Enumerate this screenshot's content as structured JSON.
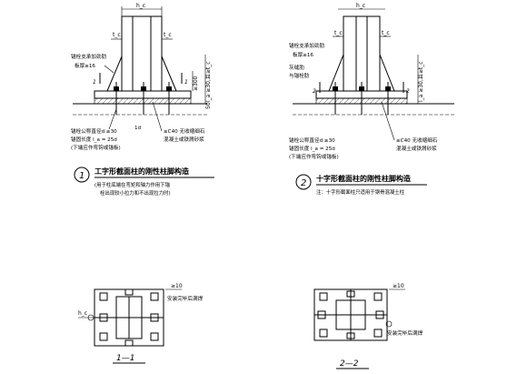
{
  "detail1": {
    "dim_top": "h_c",
    "dim_tc": "t_c",
    "lbl_stiffener": "锚栓支承加劲肋",
    "lbl_plate": "板厚≥16",
    "cut_mark": "1",
    "dim_300": "≥300",
    "dim_anchor": "l_a ≥30,且≥t_c",
    "dim_50": "50",
    "lbl_bolt_dia": "锚栓公称直径d ≥30",
    "lbl_anchor_len": "锚固长度 l_a = 25d",
    "lbl_bolt_note": "(下端应作弯钩或锚板)",
    "lbl_grout": "≥C40 无收缩细石",
    "lbl_grout2": "混凝土或铁屑砂浆",
    "lbl_ld": "1d",
    "circle_num": "1",
    "title": "工字形截面柱的刚性柱脚构造",
    "note1": "(用于柱底端在弯矩和轴力作用下锚",
    "note2": "栓出现较小拉力和不出现拉力时)"
  },
  "detail2": {
    "dim_top": "h_c",
    "dim_tc": "t_c",
    "lbl_stiffener": "锚栓支承加劲肋",
    "lbl_plate": "板厚≥16",
    "lbl_stiffener2": "灰缝肋",
    "lbl_stiffener3": "与锚栓肋",
    "cut_mark": "2",
    "dim_anchor": "l_a ≥30,且≥t_c",
    "lbl_bolt_dia": "锚栓公称直径d ≥30",
    "lbl_anchor_len": "锚固长度 l_a = 25d",
    "lbl_bolt_note": "(下端应作弯钩或锚板)",
    "lbl_grout": "≥C40 无收缩细石",
    "lbl_grout2": "混凝土或铁屑砂浆",
    "circle_num": "2",
    "title": "十字形截面柱的刚性柱脚构造",
    "note1": "注：十字形截面柱只适用于钢骨混凝土柱"
  },
  "section1": {
    "dim": "≥10",
    "lbl_weld": "安装完毕后满焊",
    "mark": "h_c",
    "title": "1—1"
  },
  "section2": {
    "dim": "≥10",
    "lbl_weld": "安装完毕后满焊",
    "title": "2—2"
  }
}
